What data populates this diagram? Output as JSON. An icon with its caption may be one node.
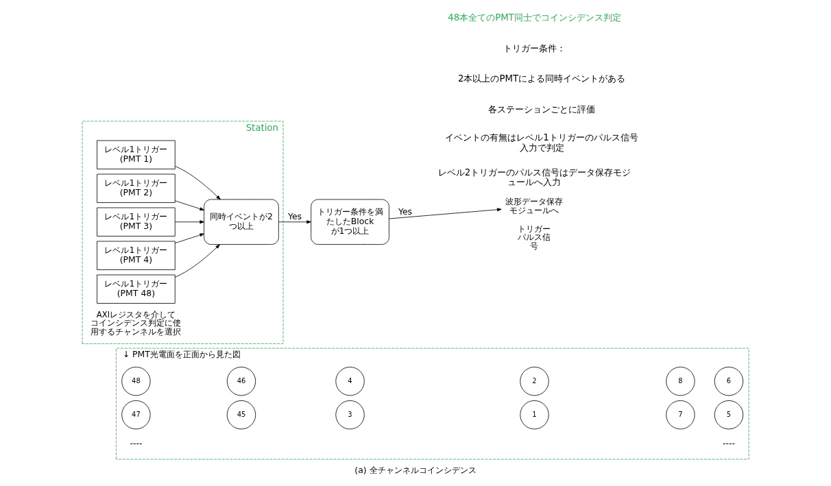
{
  "diagram": {
    "caption": "(a) 全チャンネルコインシデンス",
    "nodes": [
      {
        "text": [
          "↓ PMT光電面を正面から見た図"
        ]
      },
      {
        "text": [
          "48"
        ],
        "in": 0
      },
      {
        "text": [
          "46"
        ],
        "in": 0
      },
      {
        "text": [
          "4"
        ],
        "in": 0
      },
      {
        "text": [
          "2"
        ],
        "in": 0
      },
      {
        "text": [
          "8"
        ],
        "in": 0
      },
      {
        "text": [
          "6"
        ],
        "in": 0
      },
      {
        "text": [
          "47"
        ],
        "in": 0
      },
      {
        "text": [
          "45"
        ],
        "in": 0
      },
      {
        "text": [
          "3"
        ],
        "in": 0
      },
      {
        "text": [
          "1"
        ],
        "in": 0
      },
      {
        "text": [
          "7"
        ],
        "in": 0
      },
      {
        "text": [
          "5"
        ],
        "in": 0
      },
      {
        "text": [
          "Station"
        ]
      },
      {
        "text": [
          "レベル1トリガー",
          "(PMT 1)"
        ],
        "in": 13
      },
      {
        "text": [
          "レベル1トリガー",
          "(PMT 2)"
        ],
        "in": 13
      },
      {
        "text": [
          "レベル1トリガー",
          "(PMT 3)"
        ],
        "in": 13
      },
      {
        "text": [
          "レベル1トリガー",
          "(PMT 4)"
        ],
        "in": 13
      },
      {
        "text": [
          "レベル1トリガー",
          "(PMT 48)"
        ],
        "in": 13
      },
      {
        "text": [
          "同時イベントが2つ以上"
        ],
        "in": 13
      },
      {
        "text": [
          "トリガー条件を満たしたBlockが1つ以上"
        ]
      },
      {
        "text": [
          "波形データ保存モジュールへ"
        ]
      }
    ],
    "edges": [
      {
        "from": 14,
        "to": 19,
        "arrow": "to"
      },
      {
        "from": 15,
        "to": 19,
        "arrow": "to"
      },
      {
        "from": 16,
        "to": 19,
        "arrow": "to"
      },
      {
        "from": 17,
        "to": 19,
        "arrow": "to"
      },
      {
        "from": 18,
        "to": 19,
        "arrow": "to"
      },
      {
        "from": 19,
        "to": 20,
        "arrow": "to",
        "label": "Yes"
      },
      {
        "from": 20,
        "to": 21,
        "arrow": "to",
        "label": "Yes"
      }
    ],
    "labels": [
      "----",
      "----",
      "AXIレジスタを介してコインシデンス判定に使用するチャンネルを選択",
      "トリガーパルス信号",
      "48本全てのPMT同士でコインシデンス判定",
      "トリガー条件：",
      "2本以上のPMTによる同時イベントがある",
      "各ステーションごとに評価",
      "イベントの有無はレベル1トリガーのパルス信号入力で判定",
      "レベル2トリガーのパルス信号はデータ保存モジュールへ入力"
    ]
  }
}
